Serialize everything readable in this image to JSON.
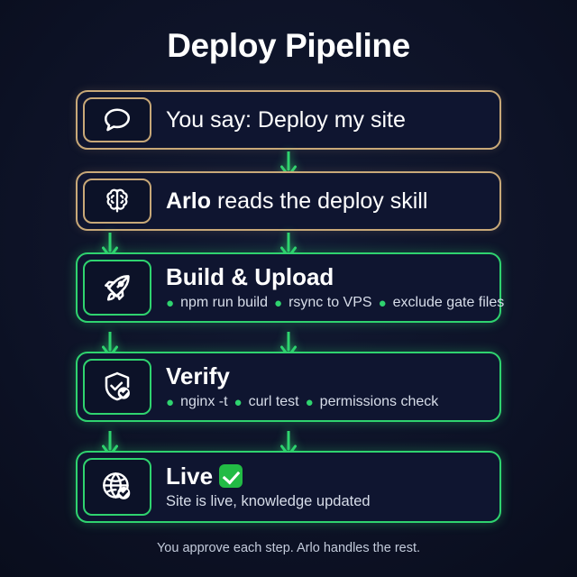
{
  "page": {
    "title": "Deploy Pipeline",
    "footer": "You approve each step. Arlo handles the rest.",
    "background_color": "#0d1226",
    "accent_green": "#2fd36f",
    "accent_gold": "#c8a878"
  },
  "steps": [
    {
      "icon": "speech-bubble-icon",
      "accent": "gold",
      "text_prefix": "",
      "text": "You say: Deploy my site",
      "heading": "",
      "subline": "",
      "bullets": []
    },
    {
      "icon": "brain-icon",
      "accent": "gold",
      "text_prefix": "Arlo",
      "text": " reads the deploy skill",
      "heading": "",
      "subline": "",
      "bullets": []
    },
    {
      "icon": "rocket-icon",
      "accent": "green",
      "heading": "Build & Upload",
      "subline": "",
      "bullets": [
        "npm run build",
        "rsync to VPS",
        "exclude gate files"
      ]
    },
    {
      "icon": "shield-check-icon",
      "accent": "green",
      "heading": "Verify",
      "subline": "",
      "bullets": [
        "nginx -t",
        "curl test",
        "permissions check"
      ]
    },
    {
      "icon": "globe-check-icon",
      "accent": "green",
      "heading": "Live",
      "heading_badge": "white-check-mark",
      "subline": "Site is live, knowledge updated",
      "bullets": []
    }
  ]
}
